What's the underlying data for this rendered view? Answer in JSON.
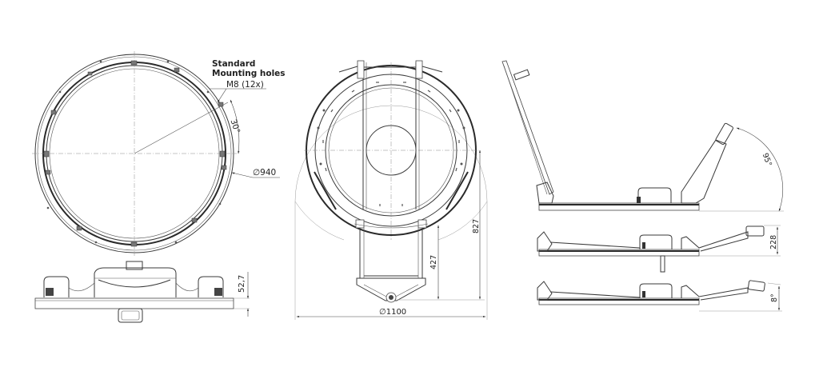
{
  "drawing": {
    "top_view": {
      "callout_title_line1": "Standard",
      "callout_title_line2": "Mounting holes",
      "callout_spec": "M8 (12x)",
      "angle": "30°",
      "diameter": "940",
      "diameter_symbol": "∅"
    },
    "side_view": {
      "height": "52,7"
    },
    "front_view": {
      "dim_short": "427",
      "dim_long": "827",
      "diameter": "1100",
      "diameter_symbol": "∅"
    },
    "open_views": {
      "opening_angle": "95°",
      "height_folded": "228",
      "tilt_angle": "8°"
    },
    "colors": {
      "line": "#3a3a3a",
      "background": "#ffffff"
    }
  }
}
